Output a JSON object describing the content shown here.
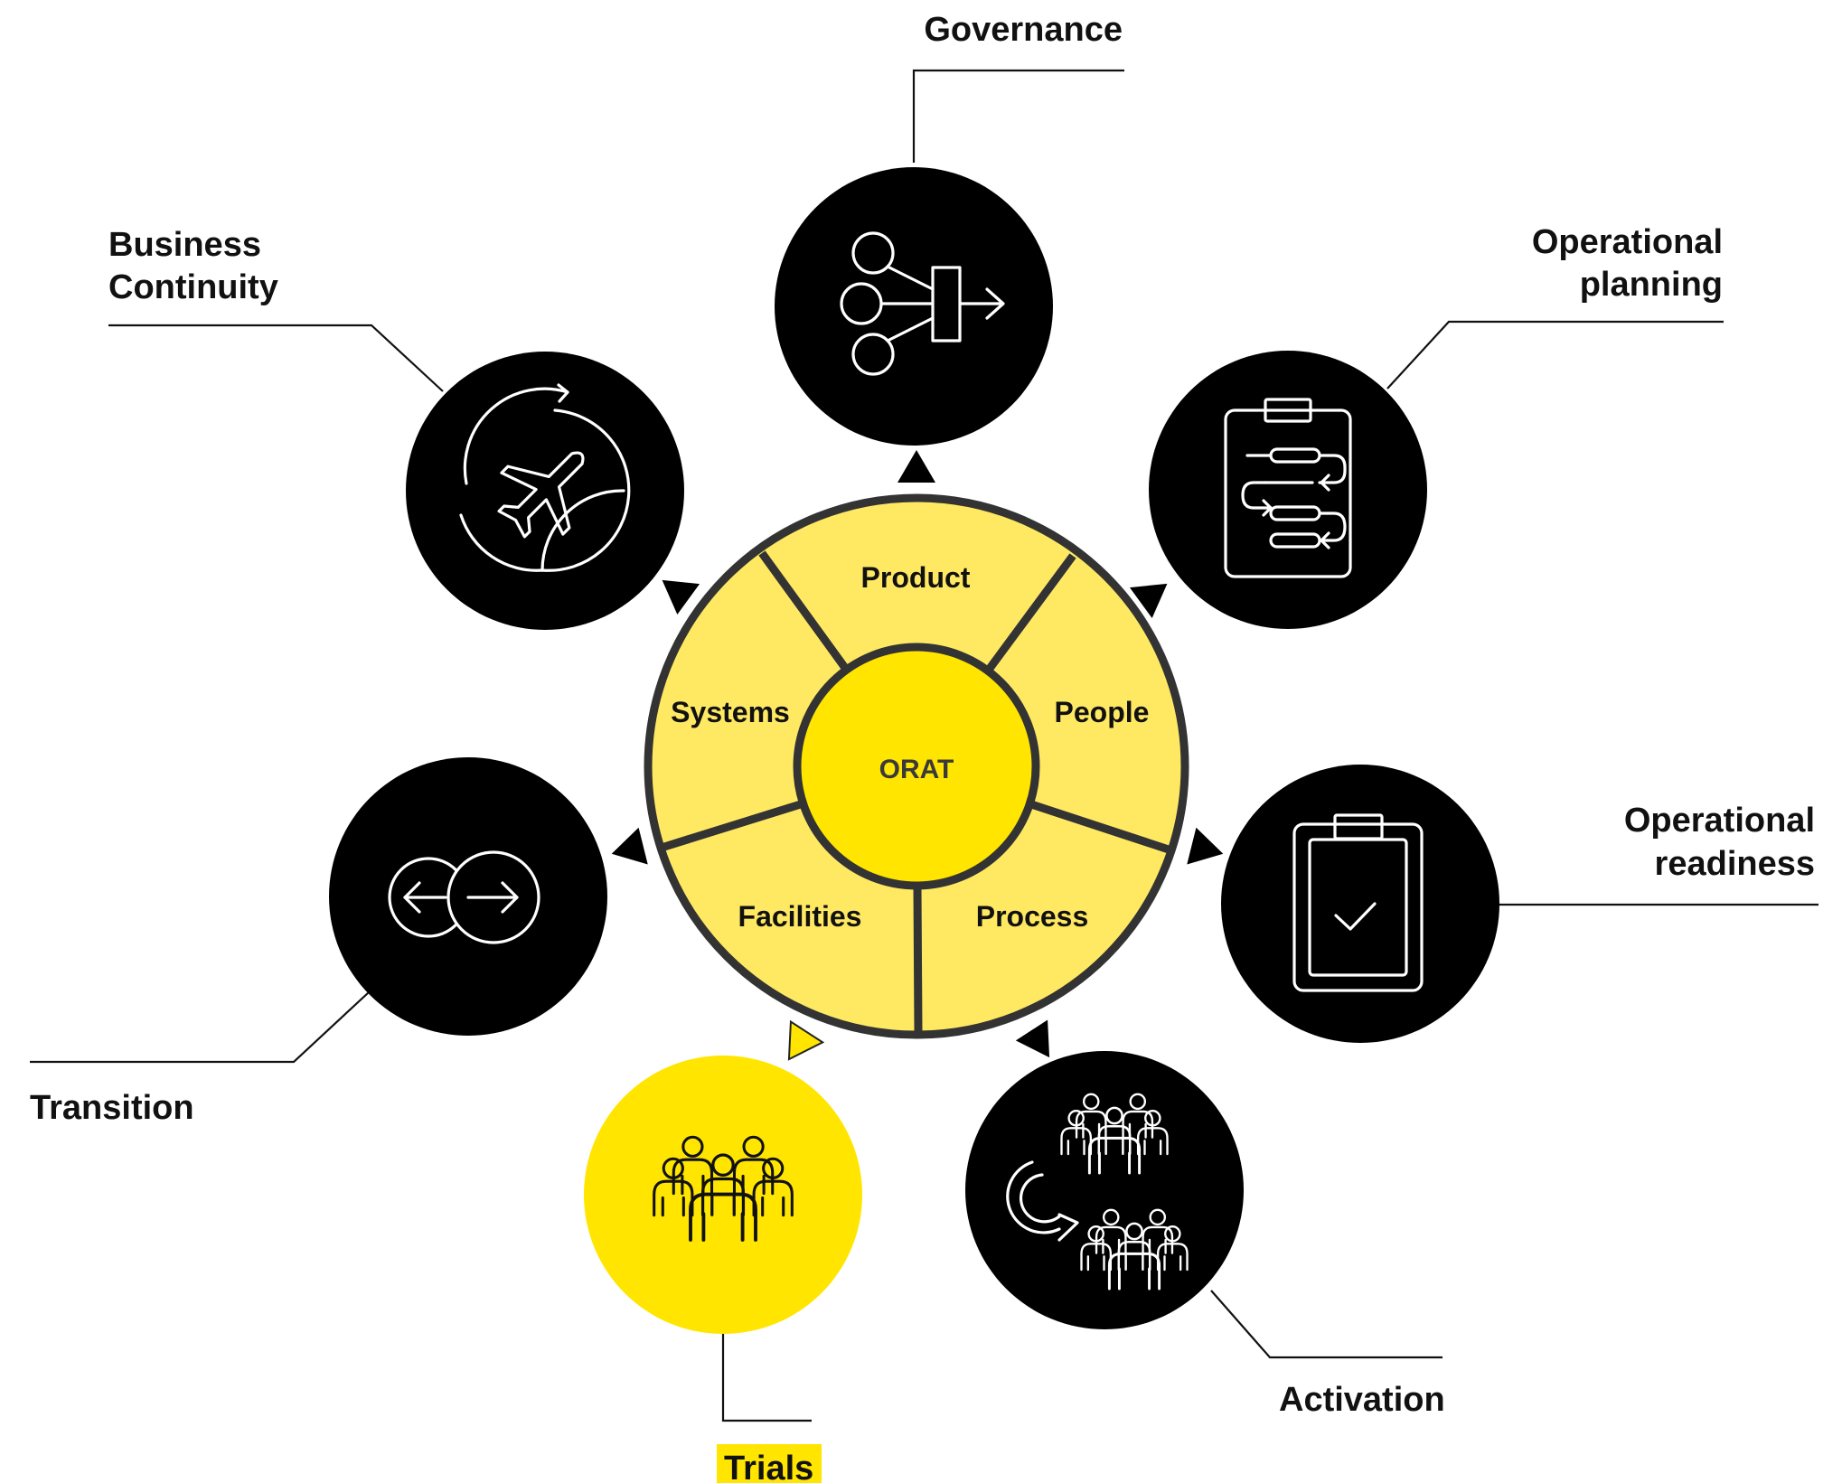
{
  "center": {
    "label": "ORAT"
  },
  "segments": {
    "product": "Product",
    "people": "People",
    "process": "Process",
    "facilities": "Facilities",
    "systems": "Systems"
  },
  "nodes": {
    "governance": {
      "label": "Governance",
      "icon": "flow-merge-icon"
    },
    "operational_planning": {
      "label_lines": [
        "Operational",
        "planning"
      ],
      "icon": "clipboard-flow-icon"
    },
    "operational_readiness": {
      "label_lines": [
        "Operational",
        "readiness"
      ],
      "icon": "clipboard-check-icon"
    },
    "activation": {
      "label": "Activation",
      "icon": "team-rotate-icon"
    },
    "trials": {
      "label": "Trials",
      "icon": "team-icon",
      "highlighted": true
    },
    "transition": {
      "label": "Transition",
      "icon": "arrows-left-right-icon"
    },
    "business_continuity": {
      "label_lines": [
        "Business",
        "Continuity"
      ],
      "icon": "airplane-cycle-icon"
    }
  },
  "colors": {
    "node_dark": "#000000",
    "highlight": "#FFE500",
    "wheel_fill": "#FFE963",
    "wheel_stroke": "#333333"
  }
}
